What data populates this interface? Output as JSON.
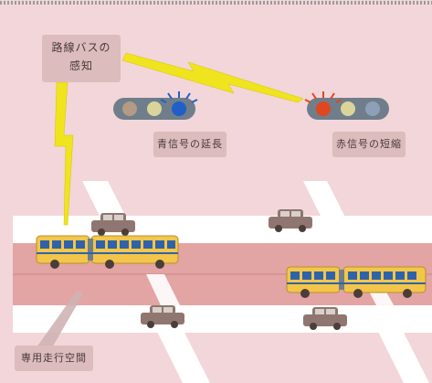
{
  "labels": {
    "bus_detection_line1": "路線バスの",
    "bus_detection_line2": "感知",
    "green_extension": "青信号の延長",
    "red_shortening": "赤信号の短縮",
    "dedicated_lane": "専用走行空間"
  },
  "colors": {
    "background": "#f2d6d9",
    "road": "#ffffff",
    "lane": "#e3a4a4",
    "label_box": "#dcbcbc",
    "bus_body": "#f3c64a",
    "bus_window": "#2f63a9",
    "car_body": "#8f7670",
    "signal_housing": "#6f7e8a",
    "signal_blue_lit": "#1f5fc7",
    "signal_red_lit": "#e0471f",
    "signal_unlit_yellow": "#d9d59a",
    "signal_unlit_red": "#b59a86",
    "signal_unlit_blue": "#8da0b8",
    "lightning": "#f0e41e"
  },
  "icons": {
    "signal_left": "traffic-signal-blue-lit",
    "signal_right": "traffic-signal-red-lit",
    "bolt": "lightning-bolt",
    "vehicles": [
      "bus",
      "car"
    ]
  }
}
